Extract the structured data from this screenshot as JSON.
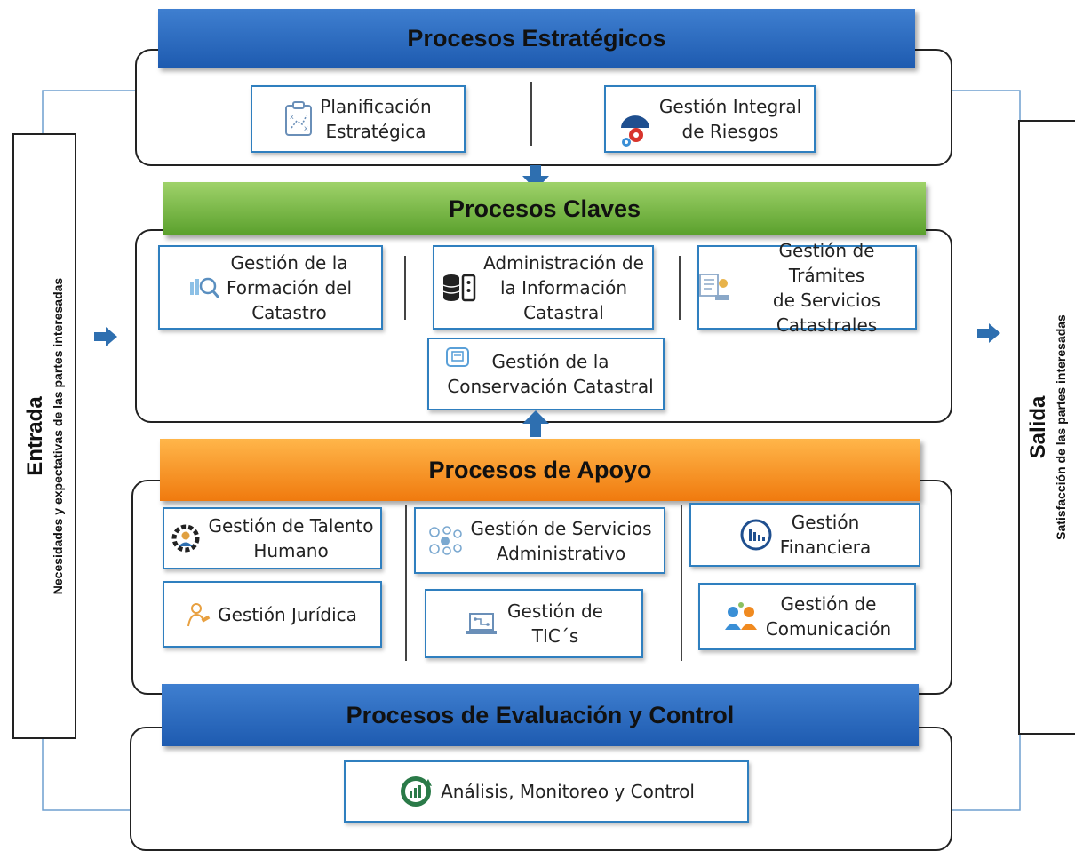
{
  "bars": {
    "estrategicos": "Procesos Estratégicos",
    "claves": "Procesos Claves",
    "apoyo": "Procesos de Apoyo",
    "evaluacion": "Procesos de Evaluación y Control"
  },
  "entrada": {
    "title": "Entrada",
    "subtitle": "Necesidades y expectativas de las partes interesadas"
  },
  "salida": {
    "title": "Salida",
    "subtitle": "Satisfacción de las partes interesadas"
  },
  "estrategicos": {
    "planificacion": "Planificación\nEstratégica",
    "riesgos": "Gestión Integral\nde Riesgos"
  },
  "claves": {
    "formacion": "Gestión de la\nFormación del\nCatastro",
    "informacion": "Administración de\nla Información\nCatastral",
    "tramites": "Gestión de Trámites\nde Servicios\nCatastrales",
    "conservacion": "Gestión de la\nConservación Catastral"
  },
  "apoyo": {
    "talento": "Gestión de Talento\nHumano",
    "servicios": "Gestión de Servicios\nAdministrativo",
    "financiera": "Gestión\nFinanciera",
    "juridica": "Gestión Jurídica",
    "tics": "Gestión de\nTIC´s",
    "comunicacion": "Gestión de\nComunicación"
  },
  "evaluacion": {
    "analisis": "Análisis, Monitoreo y Control"
  },
  "colors": {
    "blue": "#1e5bb0",
    "green": "#5aa02c",
    "orange": "#f07a0e",
    "box_border": "#2f7fbf",
    "arrow": "#2e6fb0"
  }
}
